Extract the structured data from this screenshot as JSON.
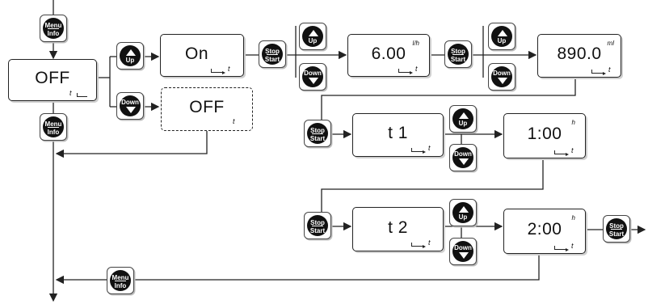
{
  "keys": {
    "menu_top": "Menu",
    "menu_bottom": "Info",
    "stop_top": "Stop",
    "stop_bottom": "Start",
    "up": "Up",
    "down": "Down"
  },
  "displays": {
    "off_main": {
      "value": "OFF",
      "t": "t"
    },
    "on": {
      "value": "On",
      "t": "t"
    },
    "off_alt": {
      "value": "OFF",
      "t": "t"
    },
    "rate": {
      "value": "6.00",
      "unit": "l/h",
      "t": "t"
    },
    "volume": {
      "value": "890.0",
      "unit": "ml",
      "t": "t"
    },
    "t1": {
      "value": "t 1",
      "t": "t"
    },
    "t1_time": {
      "value": "1:00",
      "unit": "h",
      "t": "t"
    },
    "t2": {
      "value": "t 2",
      "t": "t"
    },
    "t2_time": {
      "value": "2:00",
      "unit": "h",
      "t": "t"
    }
  },
  "colors": {
    "line": "#222222",
    "key_fill": "#111111"
  }
}
